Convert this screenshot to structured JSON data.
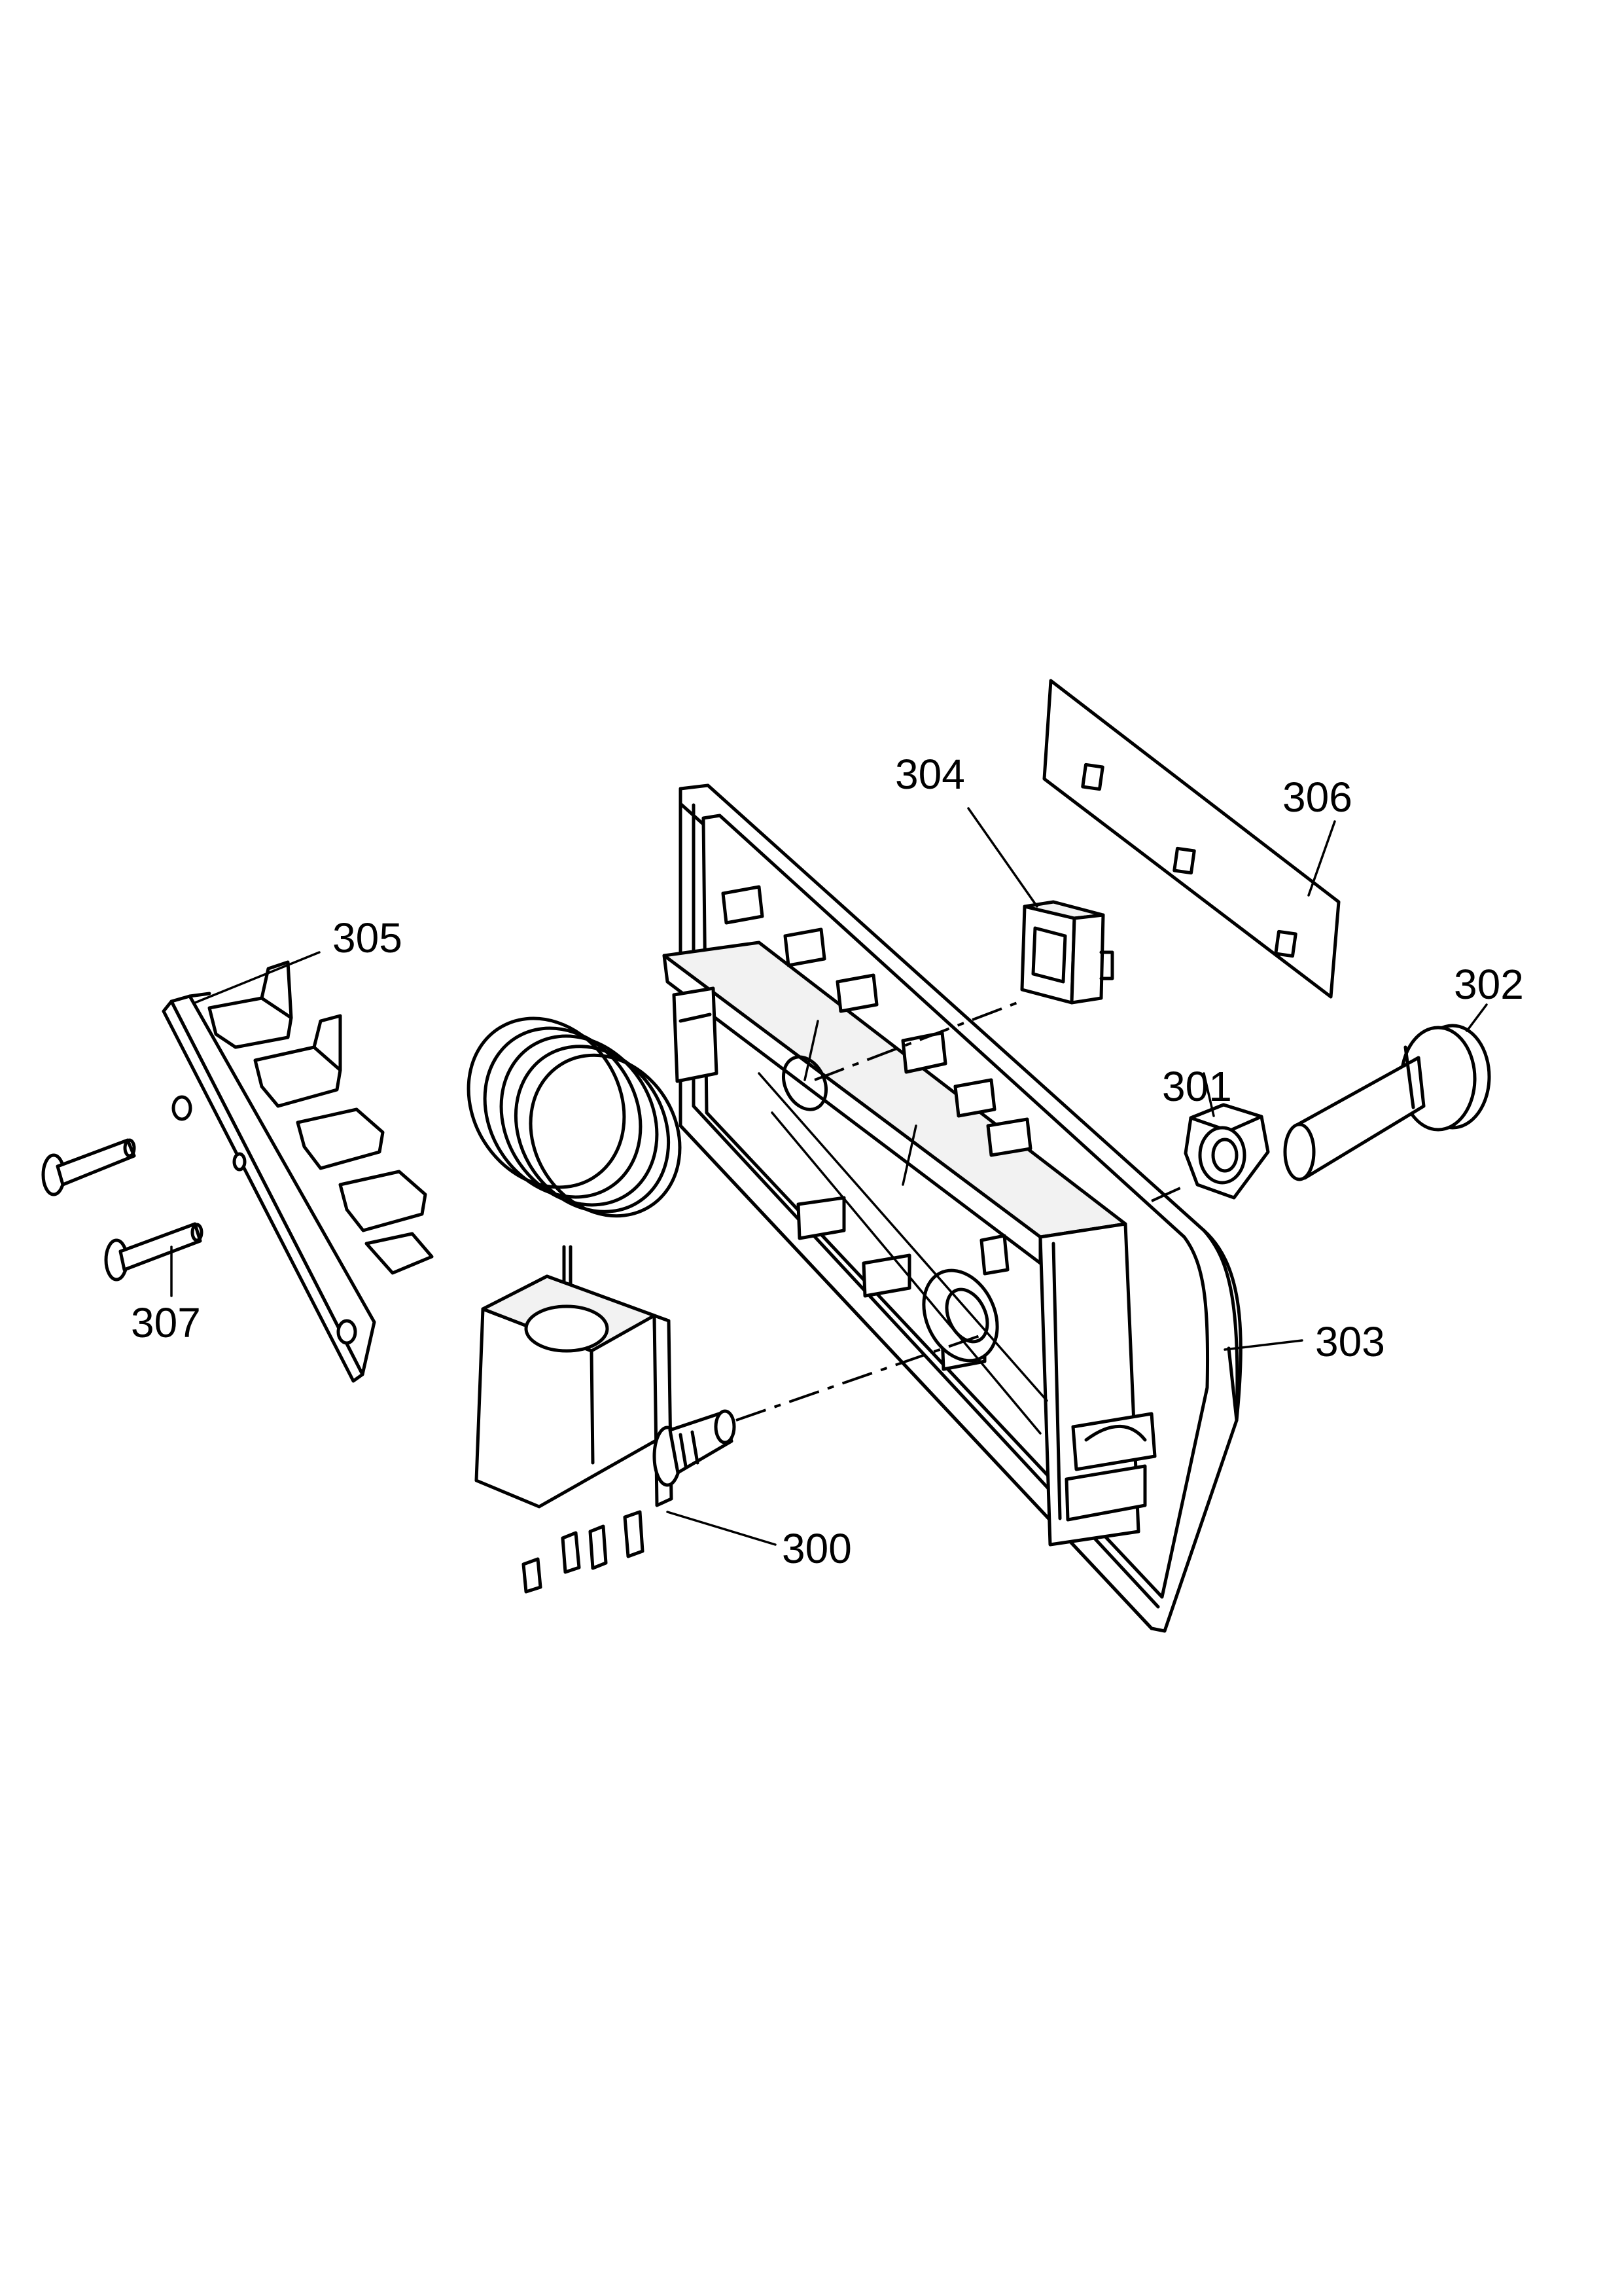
{
  "labels": {
    "p300": "300",
    "p301": "301",
    "p302": "302",
    "p303": "303",
    "p304": "304",
    "p305": "305",
    "p306": "306",
    "p307": "307"
  },
  "colors": {
    "line": "#000000",
    "background": "#ffffff"
  }
}
